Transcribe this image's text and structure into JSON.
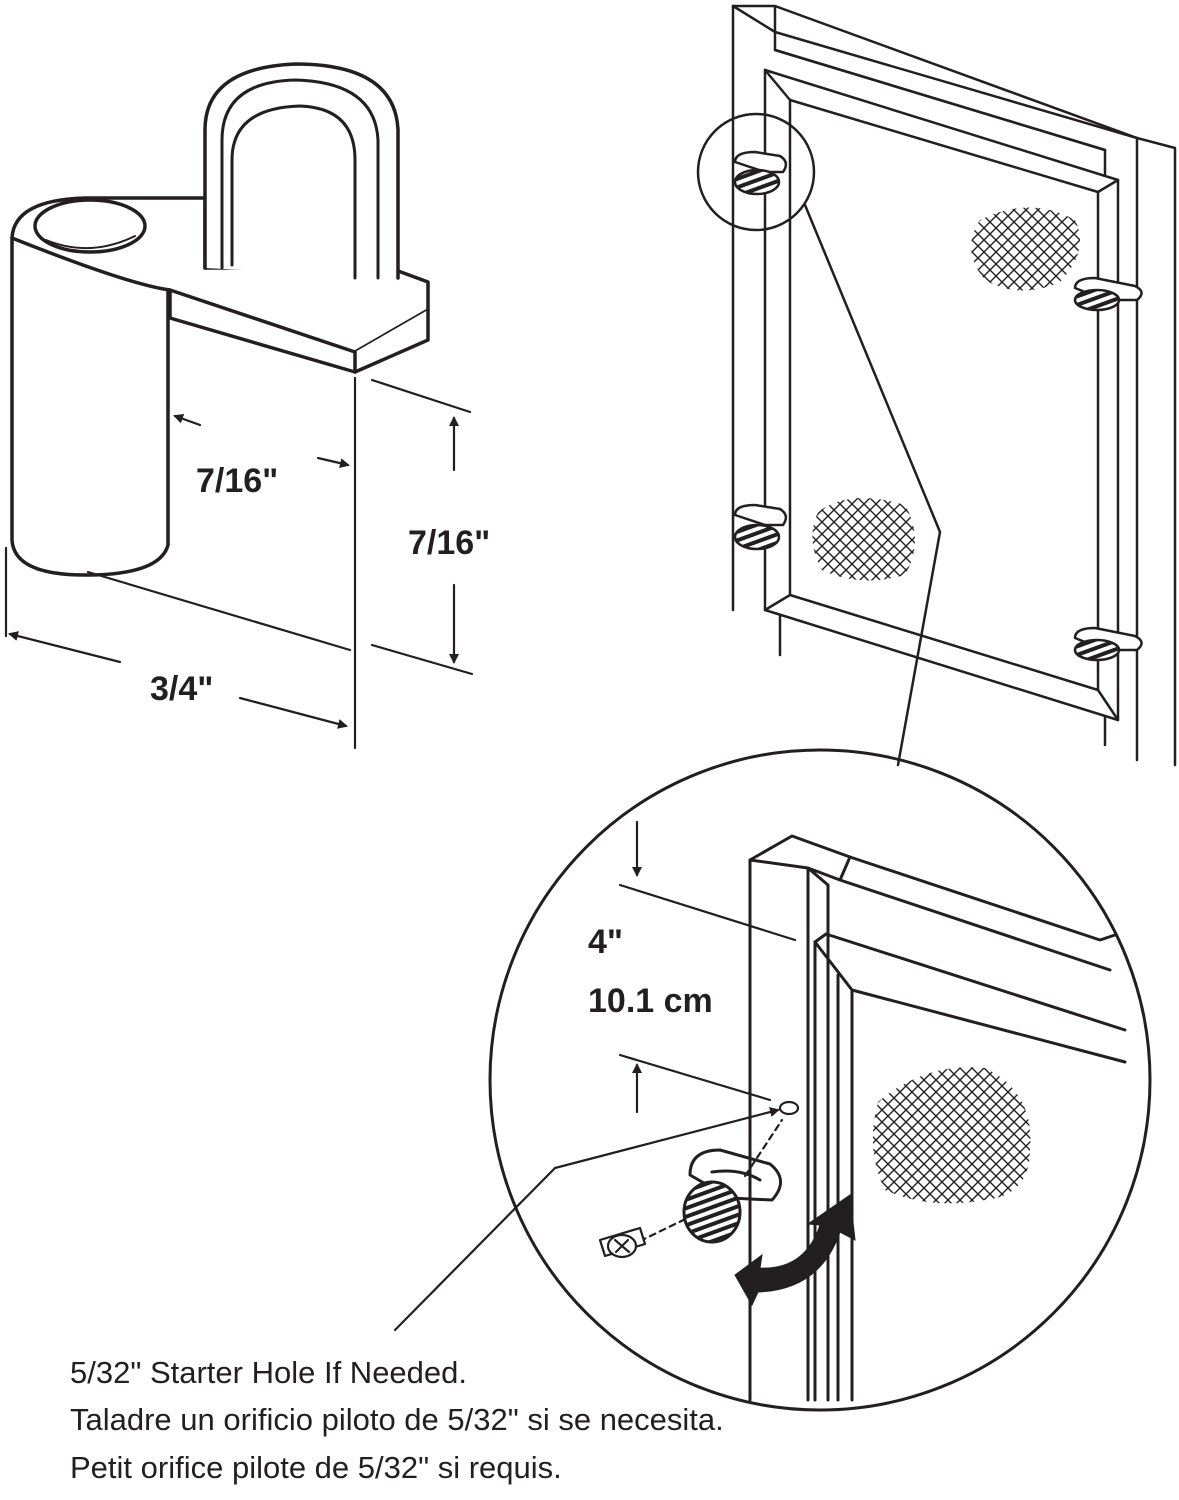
{
  "dimensions": {
    "width_label": "7/16\"",
    "height_label": "7/16\"",
    "length_label": "3/4\"",
    "offset_imperial": "4\"",
    "offset_metric": "10.1 cm"
  },
  "notes": {
    "english": "5/32\" Starter Hole If Needed.",
    "spanish": "Taladre un orificio piloto de 5/32\" si se necesita.",
    "french": "Petit orifice pilote de 5/32\" si requis."
  }
}
